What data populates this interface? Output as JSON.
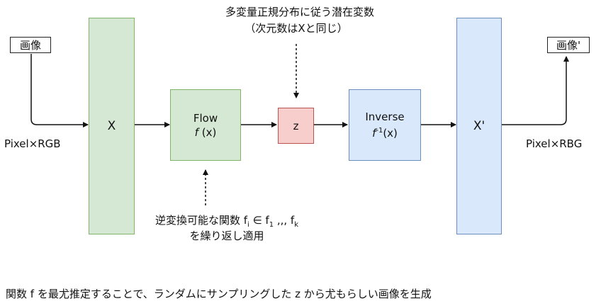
{
  "top_note": {
    "line1": "多変量正規分布に従う潜在変数",
    "line2": "（次元数はXと同じ）"
  },
  "input_image_label": "画像",
  "output_image_label": "画像'",
  "input_caption": "Pixel×RGB",
  "output_caption": "Pixel×RBG",
  "box_x": "X",
  "flow": {
    "title": "Flow",
    "func": "f",
    "arg": "(x)"
  },
  "latent": "z",
  "inverse": {
    "title": "Inverse",
    "func": "f",
    "sup": "-1",
    "arg": "(x)"
  },
  "box_x_prime": "X'",
  "bottom_note": {
    "line1_prefix": "逆変換可能な関数 f",
    "sub_i": "i",
    "mid": " ∈ f",
    "sub_1": "1",
    "dots": " ,,, f",
    "sub_k": "k",
    "line2": "を繰り返し適用"
  },
  "footer": "関数 f を最尤推定することで、ランダムにサンプリングした z から尤もらしい画像を生成",
  "colors": {
    "green_fill": "#d5e8d4",
    "green_stroke": "#82b366",
    "blue_fill": "#dae8fc",
    "blue_stroke": "#6c8ebf",
    "red_fill": "#f8cecc",
    "red_stroke": "#b85450"
  }
}
